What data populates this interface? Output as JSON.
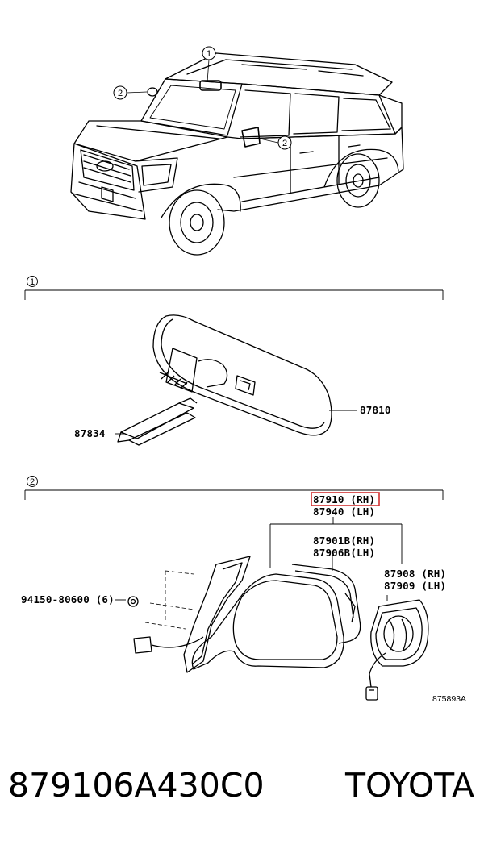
{
  "callouts": {
    "one": "1",
    "two": "2"
  },
  "inner_mirror": {
    "part_main": "87810",
    "part_bracket": "87834"
  },
  "outer_mirror": {
    "assy_rh": "87910 (RH)",
    "assy_lh": "87940 (LH)",
    "cover_rh": "87901B(RH)",
    "cover_lh": "87906B(LH)",
    "motor_rh": "87908 (RH)",
    "motor_lh": "87909 (LH)",
    "nut": "94150-80600 (6)"
  },
  "illustration_code": "875893A",
  "footer": {
    "part_number": "879106A430C0",
    "brand": "TOYOTA"
  },
  "colors": {
    "highlight": "#d03030",
    "line": "#000000"
  }
}
